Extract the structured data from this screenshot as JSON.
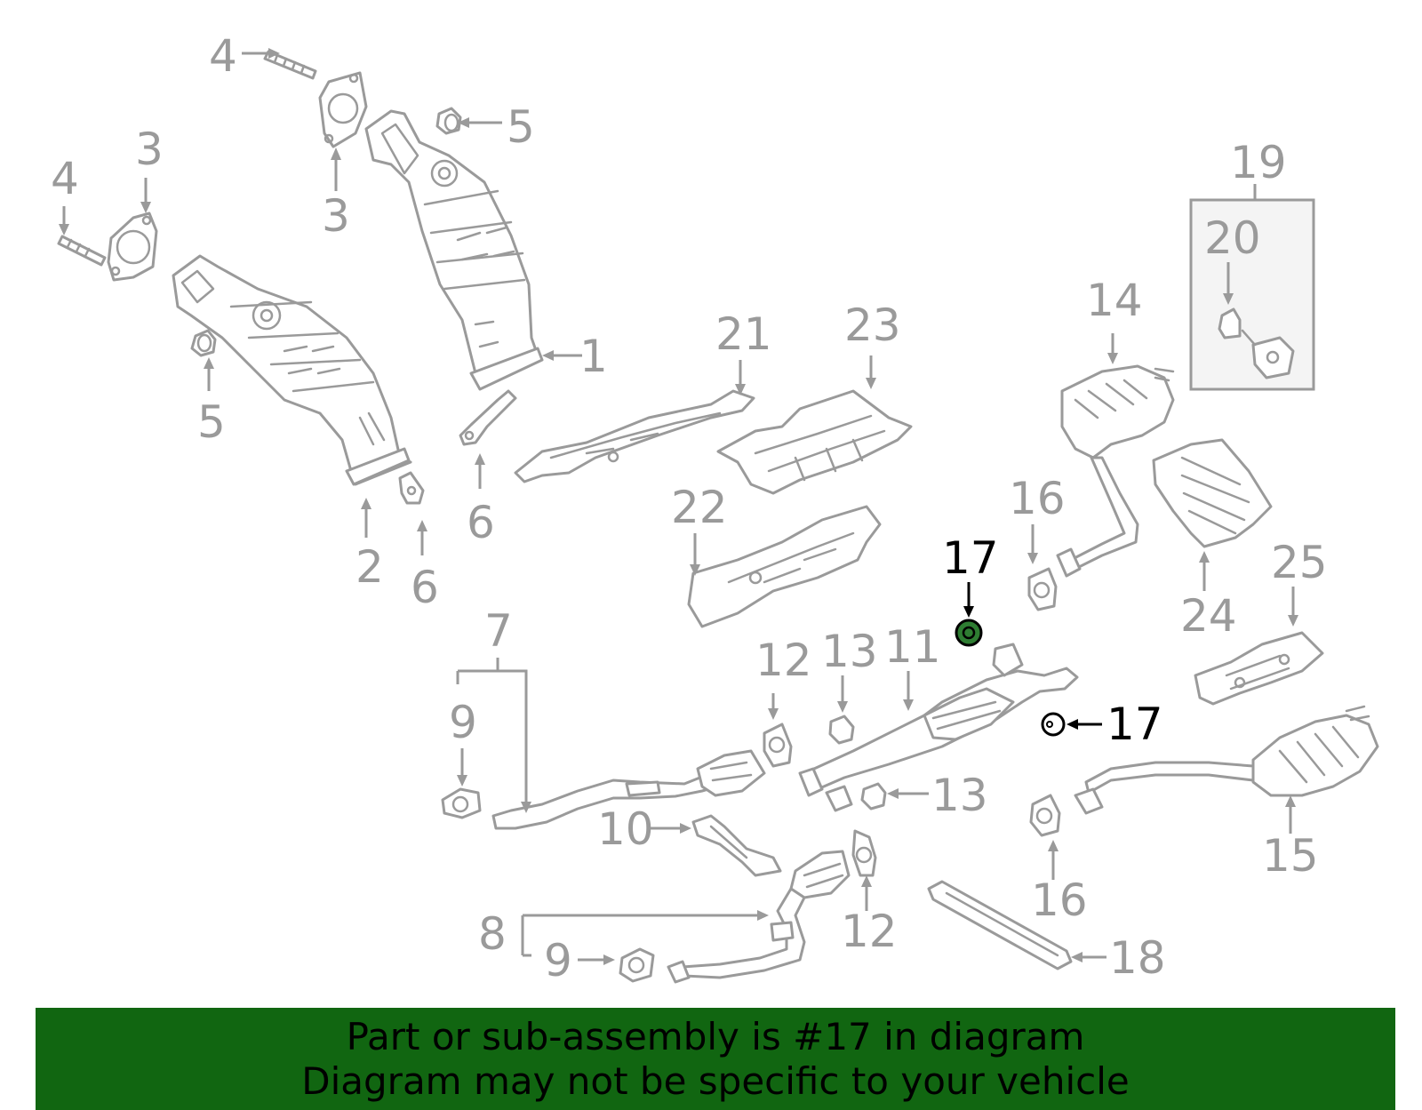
{
  "callouts": [
    {
      "label": "4"
    },
    {
      "label": "3"
    },
    {
      "label": "5"
    },
    {
      "label": "4"
    },
    {
      "label": "3"
    },
    {
      "label": "5"
    },
    {
      "label": "1"
    },
    {
      "label": "2"
    },
    {
      "label": "6"
    },
    {
      "label": "6"
    },
    {
      "label": "21"
    },
    {
      "label": "23"
    },
    {
      "label": "14"
    },
    {
      "label": "19"
    },
    {
      "label": "20"
    },
    {
      "label": "22"
    },
    {
      "label": "16"
    },
    {
      "label": "17"
    },
    {
      "label": "24"
    },
    {
      "label": "25"
    },
    {
      "label": "7"
    },
    {
      "label": "12"
    },
    {
      "label": "13"
    },
    {
      "label": "11"
    },
    {
      "label": "9"
    },
    {
      "label": "17"
    },
    {
      "label": "13"
    },
    {
      "label": "15"
    },
    {
      "label": "10"
    },
    {
      "label": "16"
    },
    {
      "label": "12"
    },
    {
      "label": "8"
    },
    {
      "label": "9"
    },
    {
      "label": "18"
    }
  ],
  "highlight_part": "17",
  "colors": {
    "line_art": "#9a9a9a",
    "highlight_text": "#000000",
    "highlight_fill": "#2e7d32",
    "banner_bg": "#116611",
    "banner_text": "#000000"
  },
  "banner": {
    "line1": "Part or sub-assembly is #17 in diagram",
    "line2": "Diagram may not be specific to your vehicle"
  }
}
